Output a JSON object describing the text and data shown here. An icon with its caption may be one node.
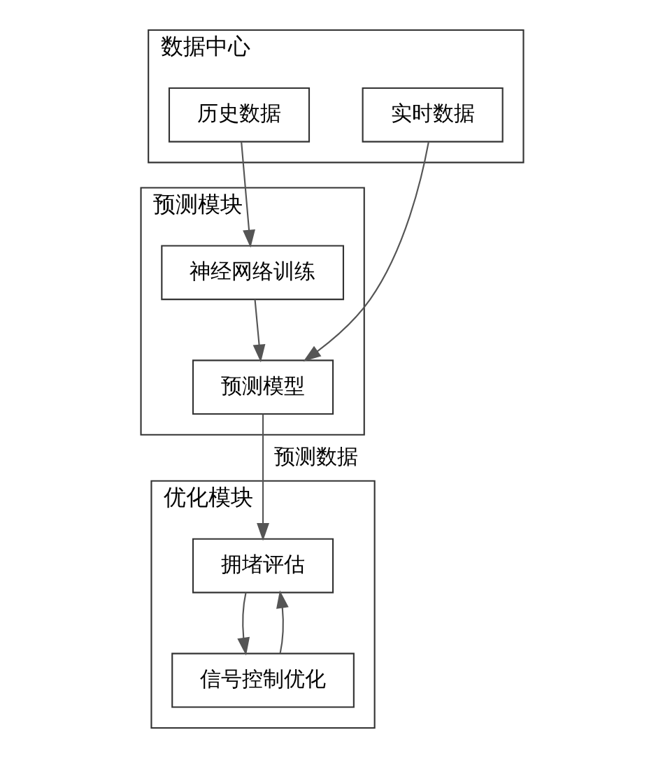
{
  "diagram": {
    "nodes": [
      {
        "text": [
          "数据中心"
        ]
      },
      {
        "text": [
          "历史数据"
        ],
        "in": 0
      },
      {
        "text": [
          "实时数据"
        ],
        "in": 0
      },
      {
        "text": [
          "预测模块"
        ]
      },
      {
        "text": [
          "神经网络训练"
        ],
        "in": 3
      },
      {
        "text": [
          "预测模型"
        ],
        "in": 3
      },
      {
        "text": [
          "优化模块"
        ]
      },
      {
        "text": [
          "拥堵评估"
        ],
        "in": 6
      },
      {
        "text": [
          "信号控制优化"
        ],
        "in": 6
      }
    ],
    "edges": [
      {
        "from": 1,
        "to": 4,
        "arrow": "to"
      },
      {
        "from": 2,
        "to": 5,
        "arrow": "to"
      },
      {
        "from": 4,
        "to": 5,
        "arrow": "to"
      },
      {
        "from": 5,
        "to": 7,
        "arrow": "to",
        "label": "预测数据"
      },
      {
        "from": 7,
        "to": 8,
        "arrow": "to"
      },
      {
        "from": 8,
        "to": 7,
        "arrow": "to"
      }
    ]
  }
}
